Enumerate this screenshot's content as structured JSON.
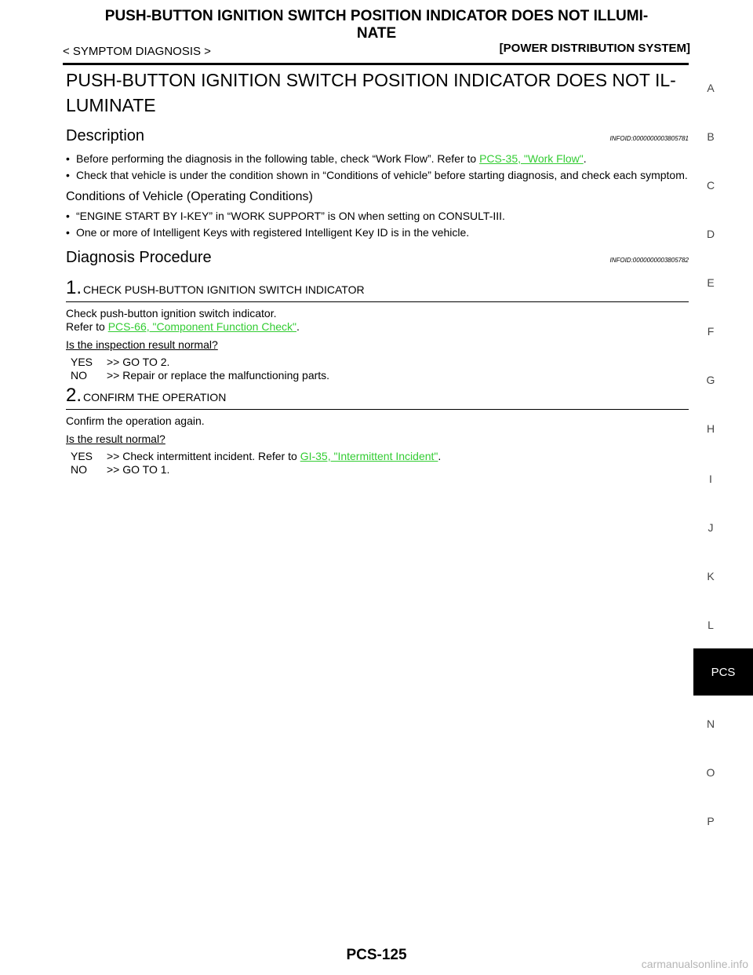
{
  "header": {
    "title": "PUSH-BUTTON IGNITION SWITCH POSITION INDICATOR DOES NOT ILLUMI-\nNATE",
    "left": "< SYMPTOM DIAGNOSIS >",
    "right": "[POWER DISTRIBUTION SYSTEM]"
  },
  "doc_title": "PUSH-BUTTON IGNITION SWITCH POSITION INDICATOR DOES NOT IL-\nLUMINATE",
  "description": {
    "title": "Description",
    "infoid": "INFOID:0000000003805781",
    "bullet1_text": "Before performing the diagnosis in the following table, check “Work Flow”. Refer to ",
    "bullet1_link": "PCS-35, \"Work Flow\"",
    "bullet1_end": ".",
    "bullet2": "Check that vehicle is under the condition shown in “Conditions of vehicle” before starting diagnosis, and check each symptom."
  },
  "conditions": {
    "title": "Conditions of Vehicle (Operating Conditions)",
    "items": [
      "“ENGINE START BY I-KEY” in “WORK SUPPORT” is ON when setting on CONSULT-III.",
      "One or more of Intelligent Keys with registered Intelligent Key ID is in the vehicle."
    ]
  },
  "procedure": {
    "title": "Diagnosis Procedure",
    "infoid": "INFOID:0000000003805782",
    "step1": {
      "num": "1",
      "dot": ".",
      "title": "CHECK PUSH-BUTTON IGNITION SWITCH INDICATOR",
      "line1": "Check push-button ignition switch indicator.",
      "refer": "Refer to ",
      "link": "PCS-66, \"Component Function Check\"",
      "end": ".",
      "question": "Is the inspection result normal?",
      "yes_key": "YES",
      "yes_val": ">> GO TO 2.",
      "no_key": "NO",
      "no_val": ">> Repair or replace the malfunctioning parts."
    },
    "step2": {
      "num": "2",
      "dot": ".",
      "title": "CONFIRM THE OPERATION",
      "line1": "Confirm the operation again.",
      "question": "Is the result normal?",
      "yes_key": "YES",
      "yes_val": ">> Check intermittent incident. Refer to ",
      "yes_link": "GI-35, \"Intermittent Incident\"",
      "yes_end": ".",
      "no_key": "NO",
      "no_val": ">> GO TO 1."
    }
  },
  "side_index": {
    "letters": [
      "A",
      "B",
      "C",
      "D",
      "E",
      "F",
      "G",
      "H",
      "I",
      "J",
      "K",
      "L",
      "N",
      "O",
      "P"
    ],
    "active": "PCS"
  },
  "footer": {
    "page_number": "PCS-125",
    "watermark": "carmanualsonline.info"
  },
  "colors": {
    "link": "#33cc33",
    "tab_bg": "#000000"
  }
}
